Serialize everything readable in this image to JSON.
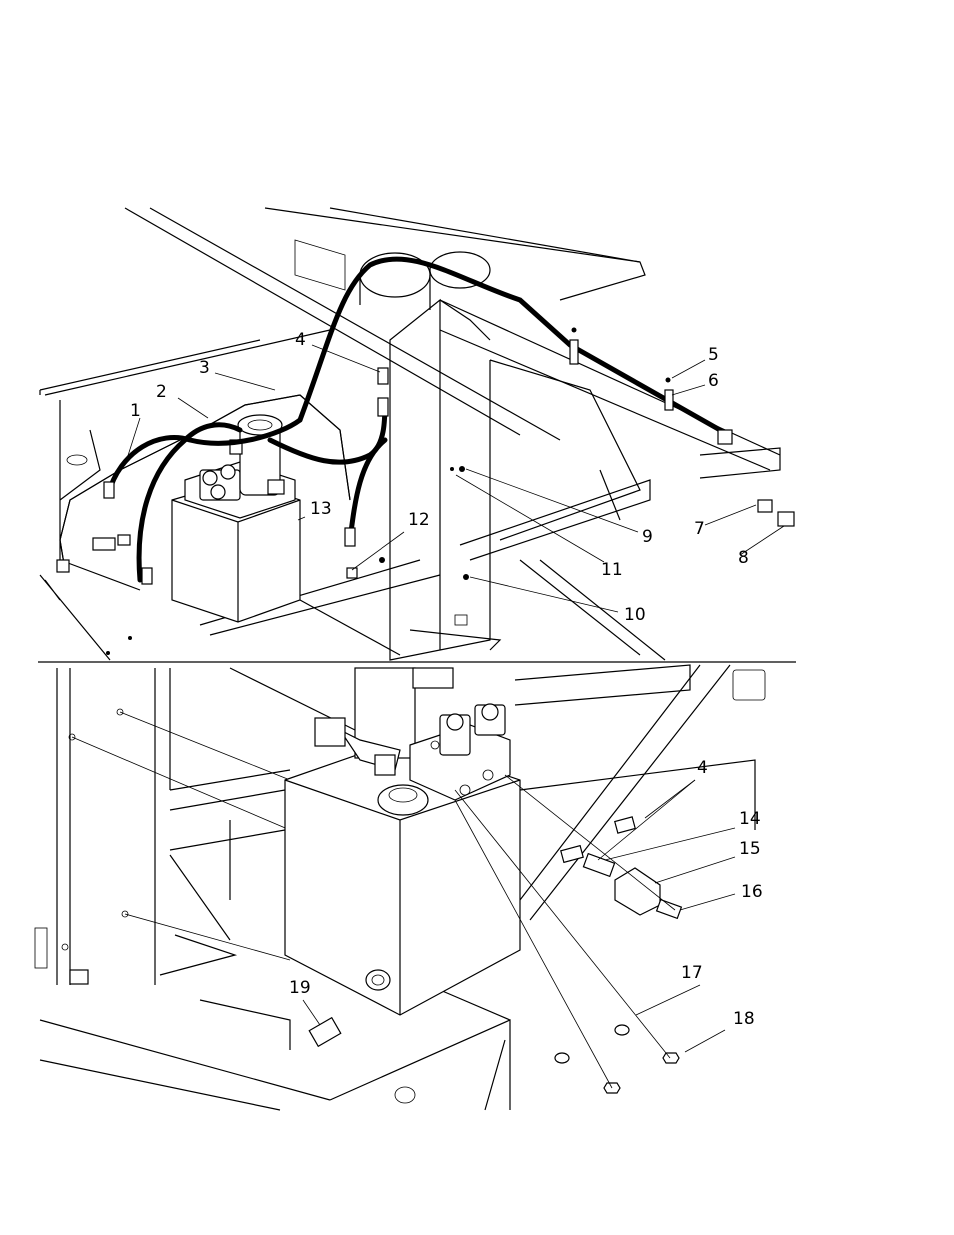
{
  "upper_view": {
    "callouts": [
      "1",
      "2",
      "3",
      "4",
      "5",
      "6",
      "7",
      "8",
      "9",
      "10",
      "11",
      "12",
      "13"
    ]
  },
  "lower_view": {
    "callouts": [
      "4",
      "14",
      "15",
      "16",
      "17",
      "18",
      "19"
    ]
  },
  "colors": {
    "line": "#000000",
    "background": "#ffffff"
  },
  "icons": [
    "hose-icon",
    "fitting-icon",
    "reservoir-icon",
    "motor-icon",
    "valve-block-icon",
    "nut-icon",
    "washer-icon"
  ]
}
